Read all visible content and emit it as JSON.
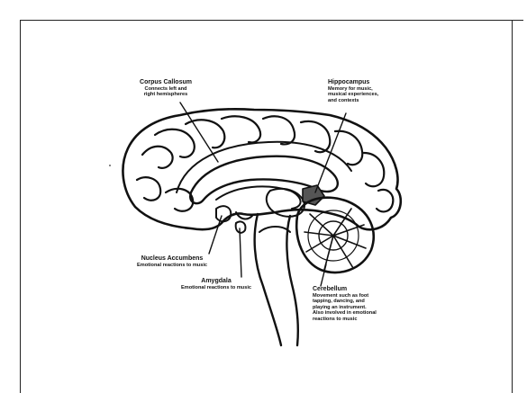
{
  "labels": {
    "corpus_callosum": {
      "title": "Corpus Callosum",
      "lines": [
        "Connects left and",
        "right hemispheres"
      ]
    },
    "hippocampus": {
      "title": "Hippocampus",
      "lines": [
        "Memory for music,",
        "musical experiences,",
        "and contexts"
      ]
    },
    "nucleus_accumbens": {
      "title": "Nucleus Accumbens",
      "lines": [
        "Emotional reactions to music"
      ]
    },
    "amygdala": {
      "title": "Amygdala",
      "lines": [
        "Emotional reactions to music"
      ]
    },
    "cerebellum": {
      "title": "Cerebellum",
      "lines": [
        "Movement such as foot",
        "tapping, dancing, and",
        "playing an instrument.",
        "Also involved in emotional",
        "reactions to music"
      ]
    }
  }
}
